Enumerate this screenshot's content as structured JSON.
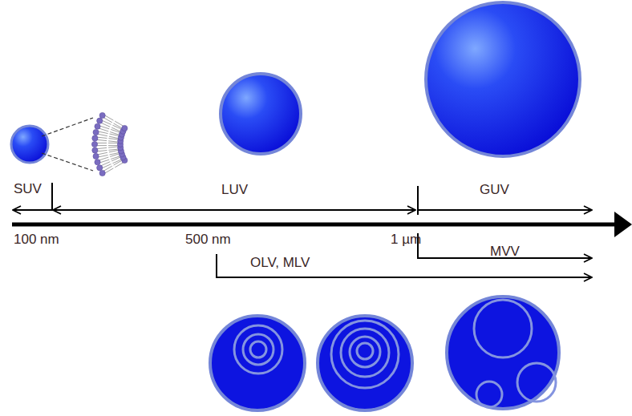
{
  "diagram": {
    "labels": [
      "SUV",
      "LUV",
      "GUV",
      "100 nm",
      "500 nm",
      "1 µm",
      "MVV",
      "OLV, MLV"
    ]
  }
}
